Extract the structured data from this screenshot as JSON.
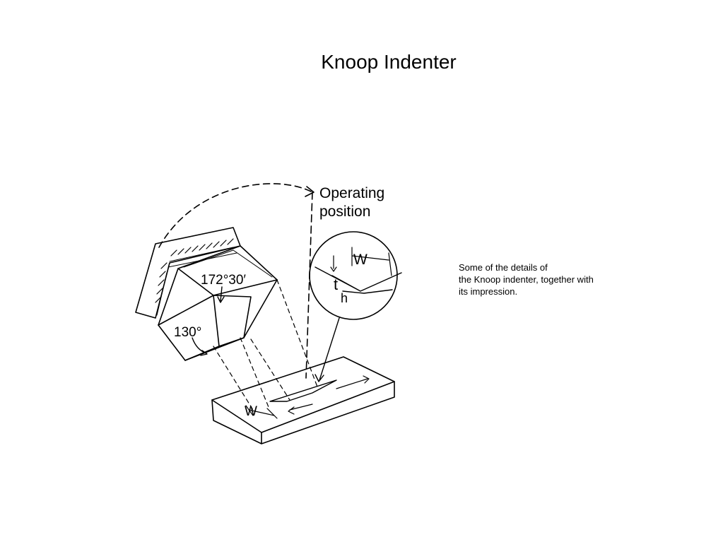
{
  "slide": {
    "title": "Knoop Indenter"
  },
  "caption": {
    "lines": [
      "Some of the details of",
      "the Knoop indenter, together with",
      "its impression."
    ]
  },
  "figure": {
    "labels": {
      "operating_line1": "Operating",
      "operating_line2": "position",
      "angle_long": "172°30′",
      "angle_short": "130°",
      "width_inset": "W",
      "depth_t": "t",
      "depth_h": "h",
      "width_impression": "W"
    }
  }
}
